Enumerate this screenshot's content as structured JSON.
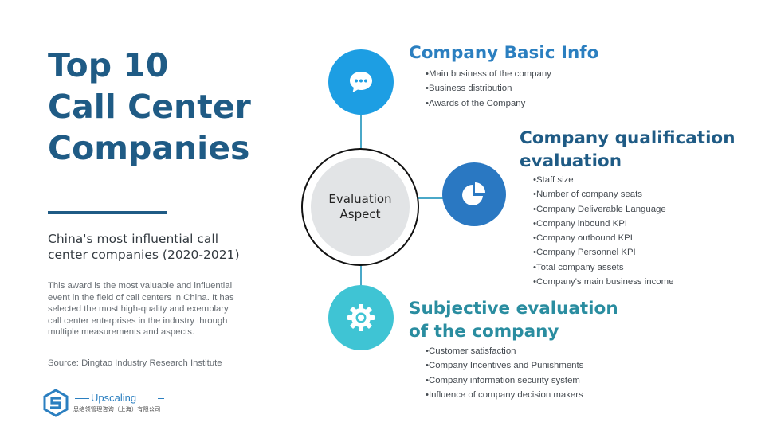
{
  "title_lines": [
    "Top 10",
    "Call Center",
    "Companies"
  ],
  "subtitle_lines": [
    "China's most influential call",
    "center companies (2020-2021)"
  ],
  "description_lines": [
    "This award is the most valuable and influential",
    "event in the field of call centers in China. It has",
    "selected the most high-quality and exemplary",
    "call center enterprises in the industry through",
    "multiple measurements and aspects."
  ],
  "source": "Source: Dingtao Industry Research Institute",
  "logo": {
    "name": "Upscaling",
    "sub": "思络领管理咨询（上海）有限公司"
  },
  "center": {
    "lines": [
      "Evaluation",
      "Aspect"
    ]
  },
  "sections": [
    {
      "title_lines": [
        "Company Basic Info"
      ],
      "icon": "chat-bubble-icon",
      "items": [
        "•Main business of the company",
        "•Business distribution",
        "•Awards of the Company"
      ]
    },
    {
      "title_lines": [
        "Company qualification",
        "evaluation"
      ],
      "icon": "pie-chart-icon",
      "items": [
        "•Staff size",
        "•Number of company seats",
        "•Company Deliverable Language",
        "•Company inbound KPI",
        "•Company outbound KPI",
        "•Company Personnel KPI",
        "•Total company assets",
        "•Company's main business income"
      ]
    },
    {
      "title_lines": [
        "Subjective evaluation",
        "of the company"
      ],
      "icon": "gear-icon",
      "items": [
        "•Customer satisfaction",
        "•Company Incentives and Punishments",
        "•Company information security system",
        "•Influence of company decision makers"
      ]
    }
  ],
  "colors": {
    "title": "#1f5b85",
    "node_chat": "#1d9ee3",
    "node_pie": "#2a78c2",
    "node_gear": "#3fc4d4",
    "connector": "#4aa8c8",
    "section1_title": "#2b7fc0",
    "section2_title": "#1f5b85",
    "section3_title": "#2a8da0"
  }
}
